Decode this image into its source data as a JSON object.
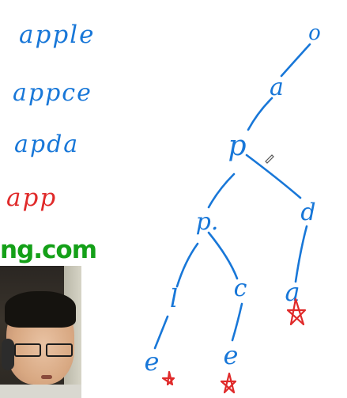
{
  "words": {
    "w1": "apple",
    "w2": "appce",
    "w3": "apda",
    "w4": "app"
  },
  "watermark": {
    "text": "ng.com"
  },
  "tree": {
    "root": "o",
    "n_a": "a",
    "n_p1": "p",
    "n_p2": "p.",
    "n_d": "d",
    "n_l": "l",
    "n_c": "c",
    "n_a2": "a",
    "n_e1": "e",
    "n_e2": "e"
  },
  "colors": {
    "ink_blue": "#1877d8",
    "ink_red": "#e02a2a",
    "watermark_green": "#14a018"
  }
}
